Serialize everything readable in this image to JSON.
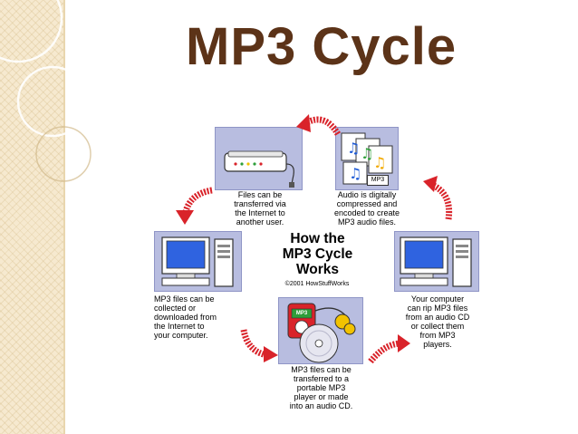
{
  "title": "MP3 Cycle",
  "diagram": {
    "center_title": "How the\nMP3 Cycle\nWorks",
    "copyright": "©2001 HowStuffWorks",
    "steps": {
      "internet": "Files can be\ntransferred via\nthe Internet to\nanother user.",
      "encode": "Audio is digitally\ncompressed and\nencoded to create\nMP3 audio files.",
      "rip": "Your computer\ncan rip MP3 files\nfrom an audio CD\nor collect them\nfrom MP3\nplayers.",
      "player": "MP3 files can be\ntransferred to a\nportable MP3\nplayer or made\ninto an audio CD.",
      "download": "MP3 files can be\ncollected or\ndownloaded from\nthe Internet to\nyour computer."
    },
    "mp3_tag": "MP3",
    "mp3_disc_label": "MP3"
  },
  "colors": {
    "title": "#5c3318",
    "panel": "#b8bde0",
    "arrow": "#d9232a"
  }
}
